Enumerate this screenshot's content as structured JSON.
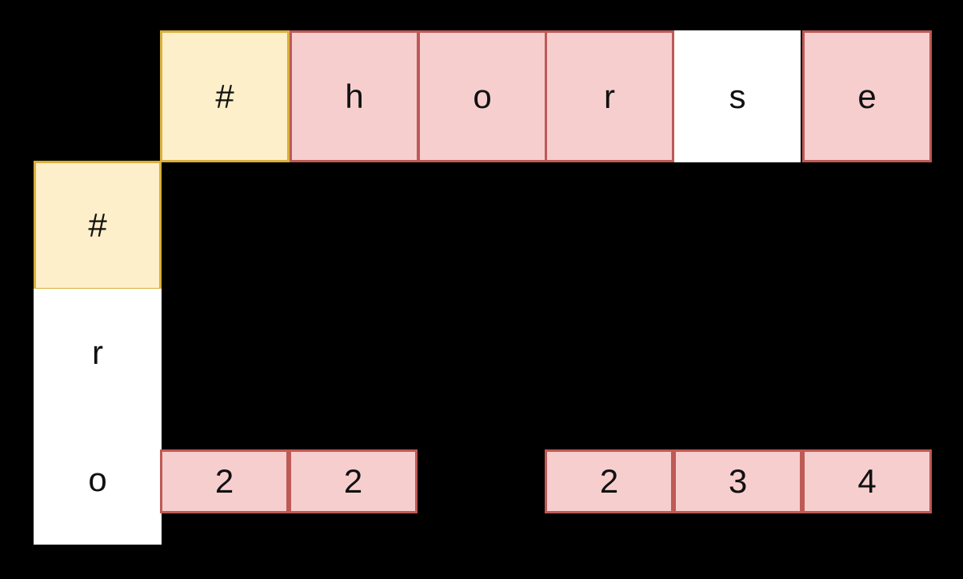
{
  "view": {
    "background_color": "#000000",
    "palette": {
      "yellow_fill": "#FDEFC9",
      "yellow_stroke": "#D9B03C",
      "pink_fill": "#F7CECE",
      "pink_stroke": "#BE5A56",
      "white_fill": "#FFFFFF",
      "text_color": "#111111"
    }
  },
  "matrix": {
    "column_header": {
      "label": "column-header-row",
      "cells": [
        {
          "text": "#",
          "style": "yellow"
        },
        {
          "text": "h",
          "style": "pink"
        },
        {
          "text": "o",
          "style": "pink"
        },
        {
          "text": "r",
          "style": "pink"
        },
        {
          "text": "s",
          "style": "white"
        },
        {
          "text": "e",
          "style": "pink"
        }
      ]
    },
    "row_header": {
      "label": "row-header-column",
      "cells": [
        {
          "text": "#",
          "style": "yellow"
        },
        {
          "text": "r",
          "style": "white"
        },
        {
          "text": "o",
          "style": "white"
        }
      ]
    },
    "data_row": {
      "label": "distance-values-row",
      "cells": [
        {
          "text": "2",
          "style": "pink",
          "column": 0
        },
        {
          "text": "2",
          "style": "pink",
          "column": 1
        },
        {
          "text": "2",
          "style": "pink",
          "column": 4
        },
        {
          "text": "3",
          "style": "pink",
          "column": 5
        },
        {
          "text": "4",
          "style": "pink",
          "column": 6
        }
      ]
    }
  }
}
